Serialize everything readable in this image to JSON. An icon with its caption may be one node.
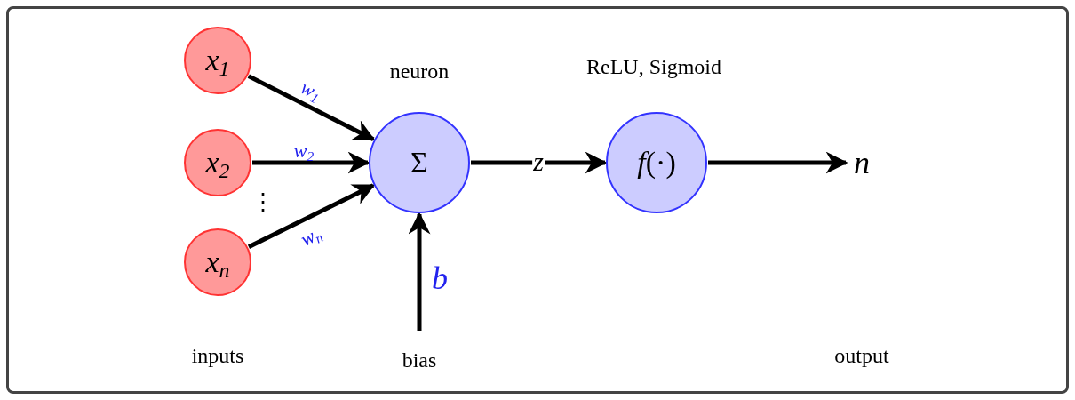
{
  "diagram": {
    "nodes": [
      {
        "text": [
          "x$_{1}$"
        ]
      },
      {
        "text": [
          "x$_{2}$"
        ]
      },
      {
        "text": [
          "x$_{n}$"
        ]
      },
      {
        "text": [
          "Σ"
        ],
        "beside": [
          "neuron"
        ]
      },
      {
        "text": [
          "*f*(·)"
        ],
        "beside": [
          "ReLU, Sigmoid"
        ]
      },
      {
        "text": [
          "n"
        ]
      }
    ],
    "edges": [
      {
        "from": 0,
        "to": 3,
        "arrow": "to",
        "label": "w$_{1}$"
      },
      {
        "from": 1,
        "to": 3,
        "arrow": "to",
        "label": "w$_{2}$"
      },
      {
        "from": 2,
        "to": 3,
        "arrow": "to",
        "label": "w$_{n}$"
      },
      {
        "from": null,
        "to": 3,
        "arrow": "to",
        "label": "b"
      },
      {
        "from": 3,
        "to": 4,
        "arrow": "to",
        "label": "z"
      },
      {
        "from": 4,
        "to": 5,
        "arrow": "to"
      }
    ],
    "labels": [
      "⋮",
      "inputs",
      "bias",
      "output"
    ]
  }
}
